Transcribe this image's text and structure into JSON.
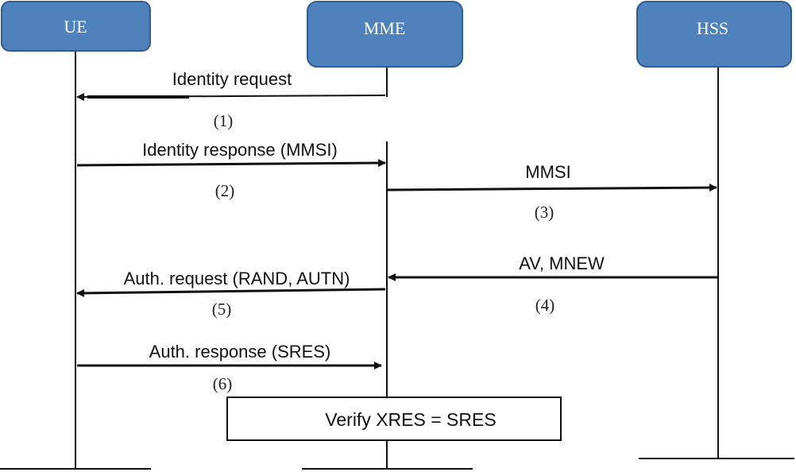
{
  "entities": {
    "ue": {
      "label": "UE"
    },
    "mme": {
      "label": "MME"
    },
    "hss": {
      "label": "HSS"
    }
  },
  "messages": [
    {
      "label": "Identity request",
      "step": "(1)"
    },
    {
      "label": "Identity response (MMSI)",
      "step": "(2)"
    },
    {
      "label": "MMSI",
      "step": "(3)"
    },
    {
      "label": "AV, MNEW",
      "step": "(4)"
    },
    {
      "label": "Auth. request (RAND, AUTN)",
      "step": "(5)"
    },
    {
      "label": "Auth. response (SRES)",
      "step": "(6)"
    }
  ],
  "note": {
    "label": "Verify XRES = SRES"
  },
  "colors": {
    "entity_fill": "#4f81bd",
    "entity_stroke": "#2f5d93",
    "line": "#111111"
  }
}
